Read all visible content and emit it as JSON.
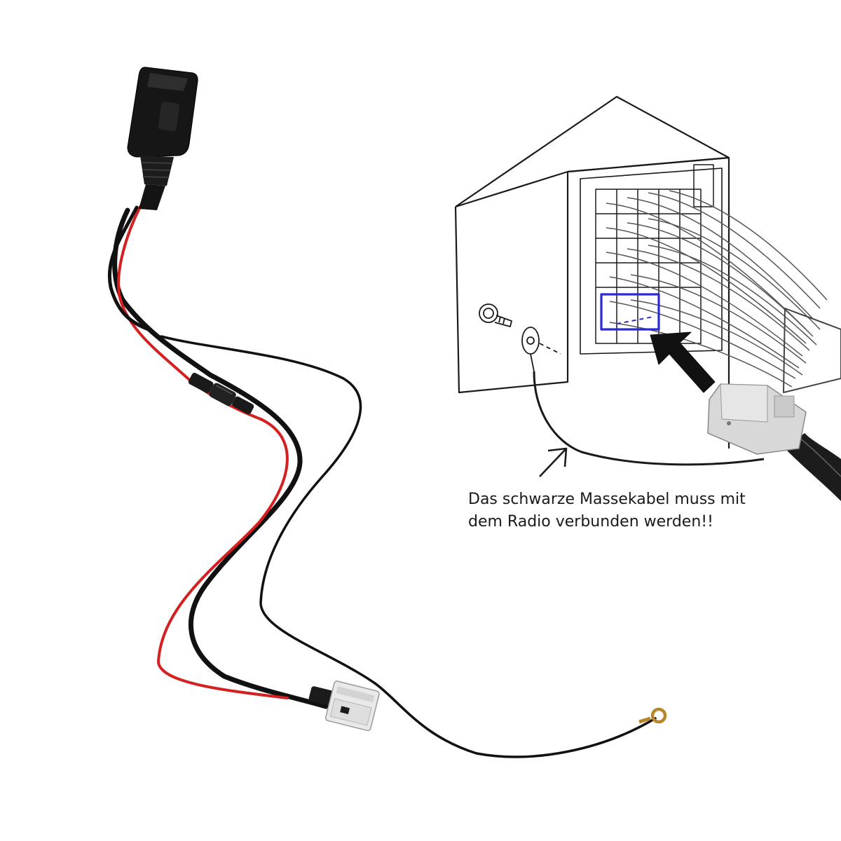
{
  "caption": {
    "line1": "Das schwarze Massekabel muss mit",
    "line2": "dem Radio verbunden werden!!"
  },
  "icons": {
    "module": "bluetooth-module-icon",
    "fuse": "inline-fuse-icon",
    "connector": "white-plug-connector-icon",
    "ring_terminal": "ring-terminal-icon",
    "radio": "car-radio-diagram",
    "arrow": "arrow-icon"
  },
  "colors": {
    "background": "#ffffff",
    "cable_black": "#111111",
    "cable_red": "#d42020",
    "connector_highlight": "#2b2bd0",
    "plug_gray": "#d8d8d8",
    "ring_gold": "#b8862a"
  }
}
